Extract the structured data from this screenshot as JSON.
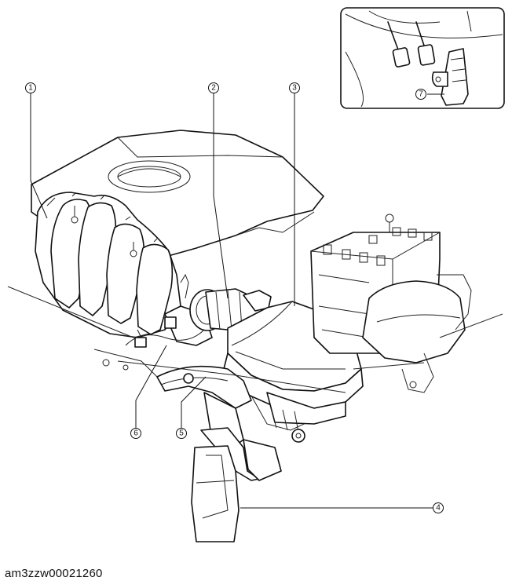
{
  "figure": {
    "id_text": "am3zzw00021260"
  },
  "callouts": [
    {
      "number": "1"
    },
    {
      "number": "2"
    },
    {
      "number": "3"
    },
    {
      "number": "4"
    },
    {
      "number": "5"
    },
    {
      "number": "6"
    },
    {
      "number": "7"
    }
  ],
  "colors": {
    "line": "#111111",
    "background": "#ffffff"
  }
}
